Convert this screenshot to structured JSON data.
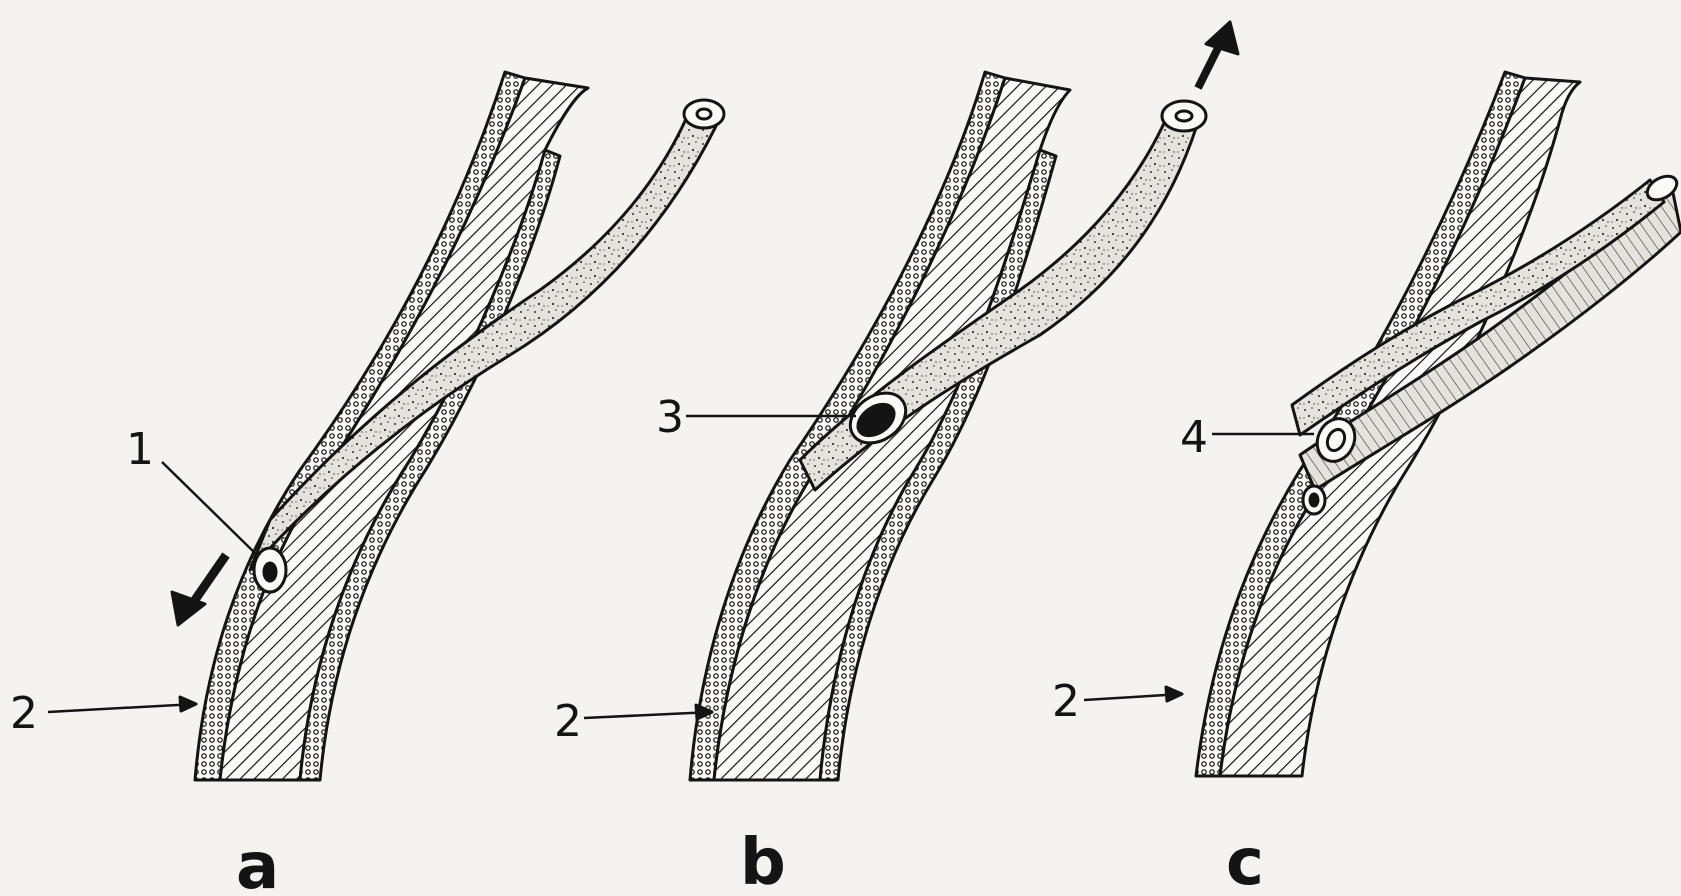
{
  "colors": {
    "paper": "#f4f3ef",
    "ink": "#141414",
    "stipple_fill": "#e6e3dc",
    "hatch_fill": "#fbfaf7"
  },
  "panels": [
    {
      "letter": "a",
      "callouts": [
        {
          "label": "1"
        },
        {
          "label": "2"
        }
      ],
      "arrow": "down-left"
    },
    {
      "letter": "b",
      "callouts": [
        {
          "label": "3"
        },
        {
          "label": "2"
        }
      ],
      "arrow": "up-right"
    },
    {
      "letter": "c",
      "callouts": [
        {
          "label": "4"
        },
        {
          "label": "2"
        }
      ],
      "arrow": ""
    }
  ]
}
